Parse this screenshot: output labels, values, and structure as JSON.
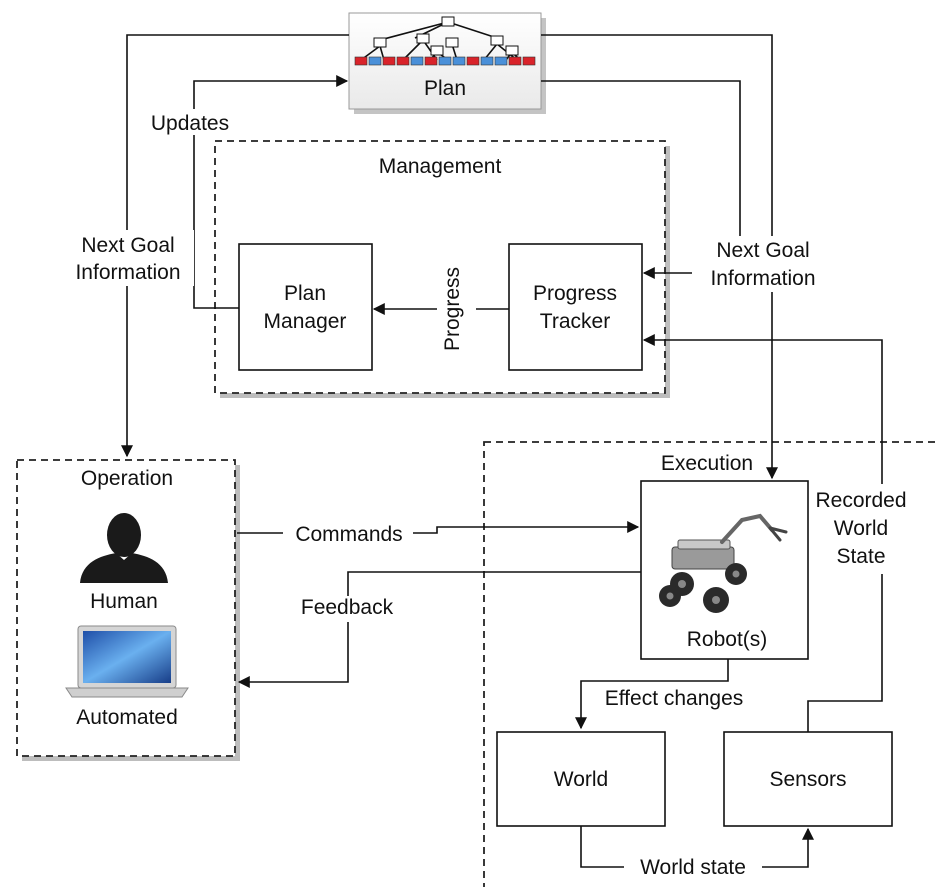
{
  "plan": {
    "label": "Plan"
  },
  "management": {
    "title": "Management",
    "plan_manager": [
      "Plan",
      "Manager"
    ],
    "progress_tracker": [
      "Progress",
      "Tracker"
    ],
    "progress_label": "Progress"
  },
  "operation": {
    "title": "Operation",
    "human": "Human",
    "automated": "Automated"
  },
  "execution": {
    "title": "Execution",
    "robot": "Robot(s)",
    "world": "World",
    "sensors": "Sensors"
  },
  "edges": {
    "updates": "Updates",
    "next_goal_left": [
      "Next Goal",
      "Information"
    ],
    "next_goal_right": [
      "Next Goal",
      "Information"
    ],
    "commands": "Commands",
    "feedback": "Feedback",
    "effect_changes": "Effect changes",
    "recorded_world_state": [
      "Recorded",
      "World",
      "State"
    ],
    "world_state": "World state"
  },
  "colors": {
    "plan_leaf_red": "#d9232a",
    "plan_leaf_blue": "#4a90d9",
    "shadow": "#bbbbbb"
  }
}
